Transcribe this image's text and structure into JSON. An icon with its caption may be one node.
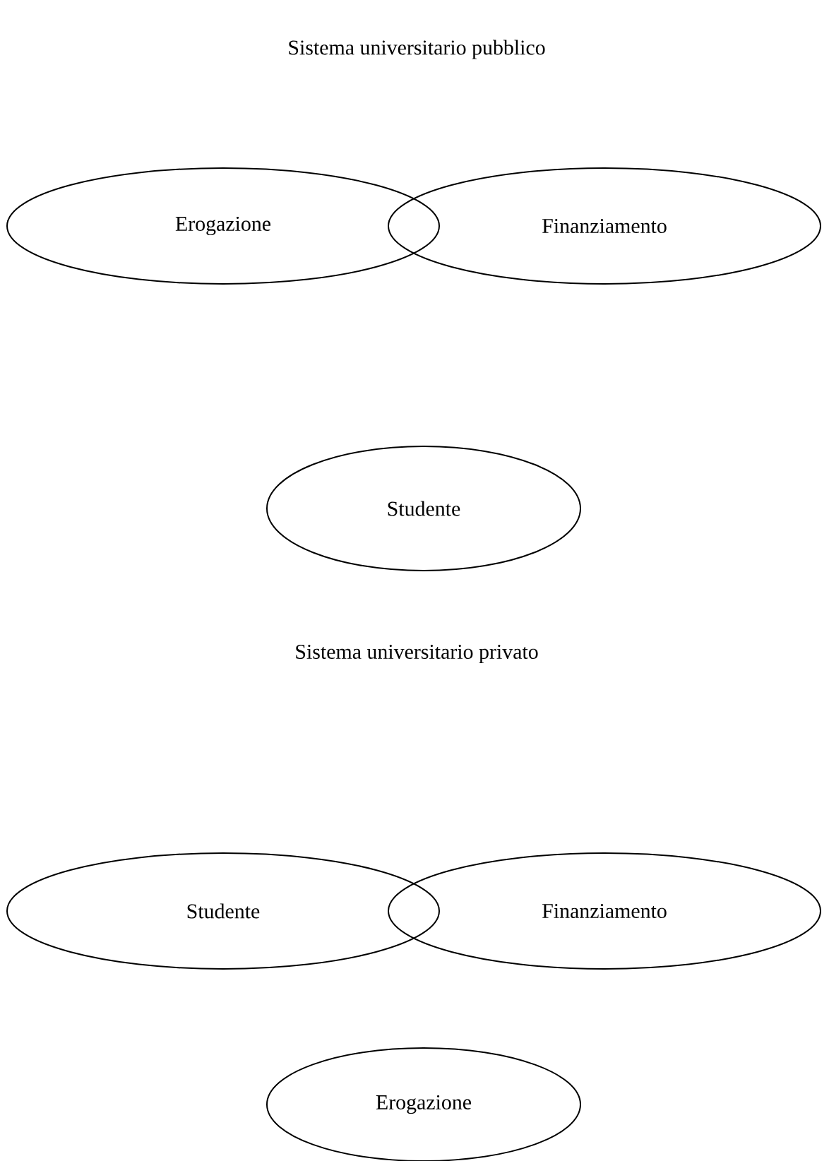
{
  "diagram": {
    "nodes": [
      {
        "text": [
          "Erogazione"
        ]
      },
      {
        "text": [
          "Finanziamento"
        ]
      },
      {
        "text": [
          "Studente"
        ]
      },
      {
        "text": [
          "Studente"
        ]
      },
      {
        "text": [
          "Finanziamento"
        ]
      },
      {
        "text": [
          "Erogazione"
        ]
      }
    ],
    "labels": [
      "Sistema universitario pubblico",
      "Sistema universitario privato"
    ]
  }
}
